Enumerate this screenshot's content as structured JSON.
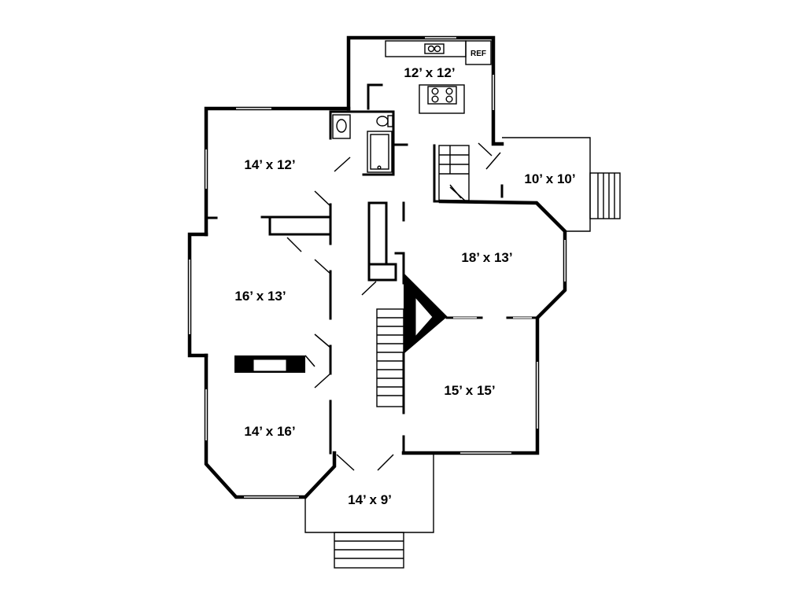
{
  "rooms": {
    "kitchen": "12’ x 12’",
    "bedroom_top": "14’ x 12’",
    "mudroom": "10’ x 10’",
    "living": "18’ x 13’",
    "dining": "16’ x 13’",
    "parlor": "15’ x 15’",
    "bay_room": "14’ x 16’",
    "porch": "14’ x 9’"
  },
  "fixtures": {
    "refrigerator": "REF"
  }
}
